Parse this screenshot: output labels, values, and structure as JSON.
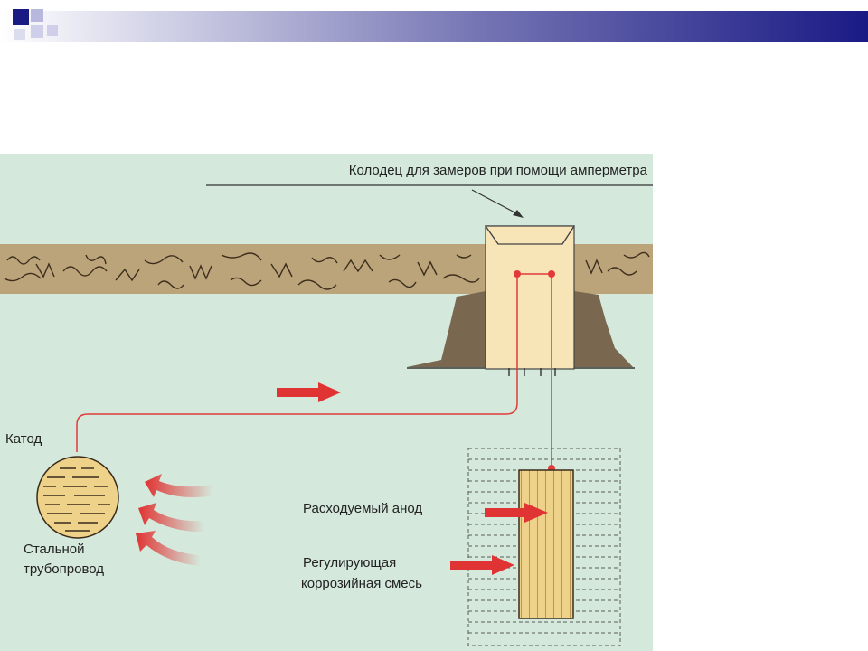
{
  "colors": {
    "background": "#d4e9dc",
    "soil": "#bba37a",
    "pit_earth": "#7a6750",
    "wire": "#e23a3a",
    "arrow": "#e03333",
    "anode": "#efd28a",
    "well": "#f7e5b8",
    "banner_dark": "#1a1a85"
  },
  "labels": {
    "well": "Колодец для замеров при помощи амперметра",
    "cathode": "Катод",
    "pipe_line1": "Стальной",
    "pipe_line2": "трубопровод",
    "anode": "Расходуемый анод",
    "mix_line1": "Регулирующая",
    "mix_line2": "коррозийная смесь"
  },
  "icons": {
    "current_arrow": "arrow-right-icon",
    "corrosion_arrows": "curved-arrow-icon"
  }
}
